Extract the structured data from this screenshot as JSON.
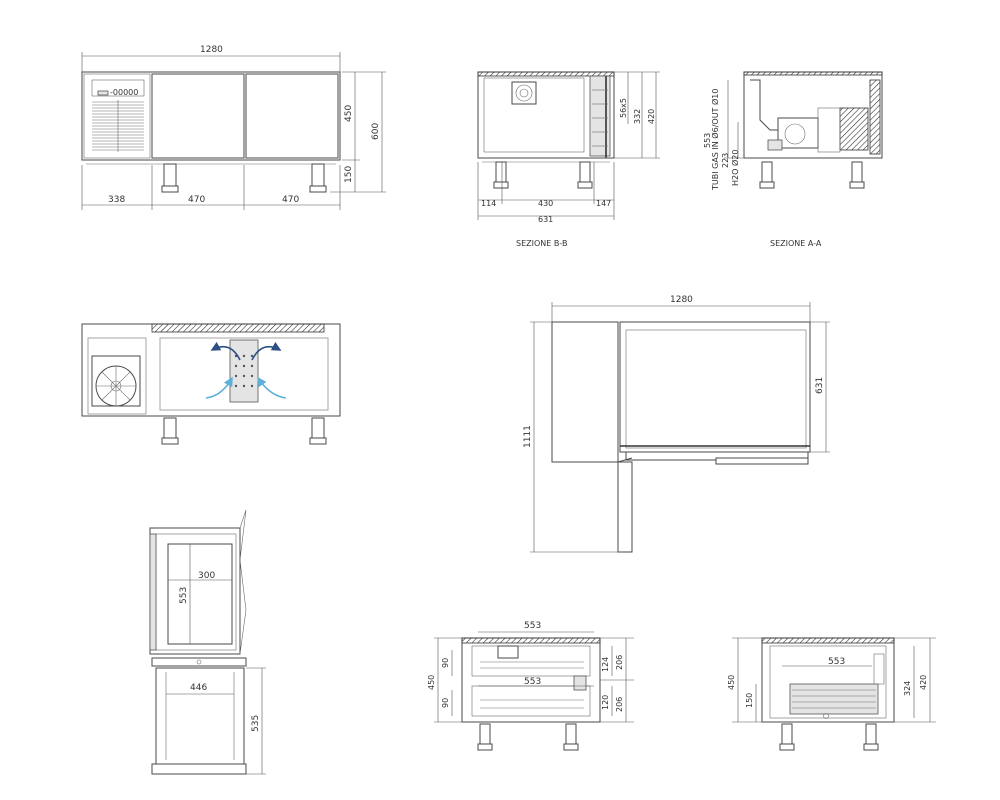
{
  "front_view": {
    "overall_width": "1280",
    "seg1": "338",
    "seg2": "470",
    "seg3": "470",
    "h1": "450",
    "h2": "600",
    "h3": "150"
  },
  "section_bb": {
    "title": "SEZIONE B-B",
    "d1": "56x5",
    "d2": "332",
    "d3": "420",
    "b1": "114",
    "b2": "430",
    "b3": "147",
    "b4": "631"
  },
  "section_aa": {
    "title": "SEZIONE A-A",
    "l1": "TUBI GAS IN Ø6/OUT Ø10",
    "l2": "553",
    "l3": "223",
    "l4": "H2O Ø20"
  },
  "top_view": {
    "width": "1280",
    "depth": "631",
    "length": "1111"
  },
  "side_view": {
    "d300": "300",
    "d553": "553",
    "d446": "446",
    "d535": "535"
  },
  "drawer_view": {
    "w553": "553",
    "w553b": "553",
    "h450": "450",
    "h90a": "90",
    "h90b": "90",
    "h124": "124",
    "h206a": "206",
    "h120": "120",
    "h206b": "206"
  },
  "rack_view": {
    "w553": "553",
    "h450": "450",
    "h150": "150",
    "h324": "324",
    "h420": "420"
  }
}
